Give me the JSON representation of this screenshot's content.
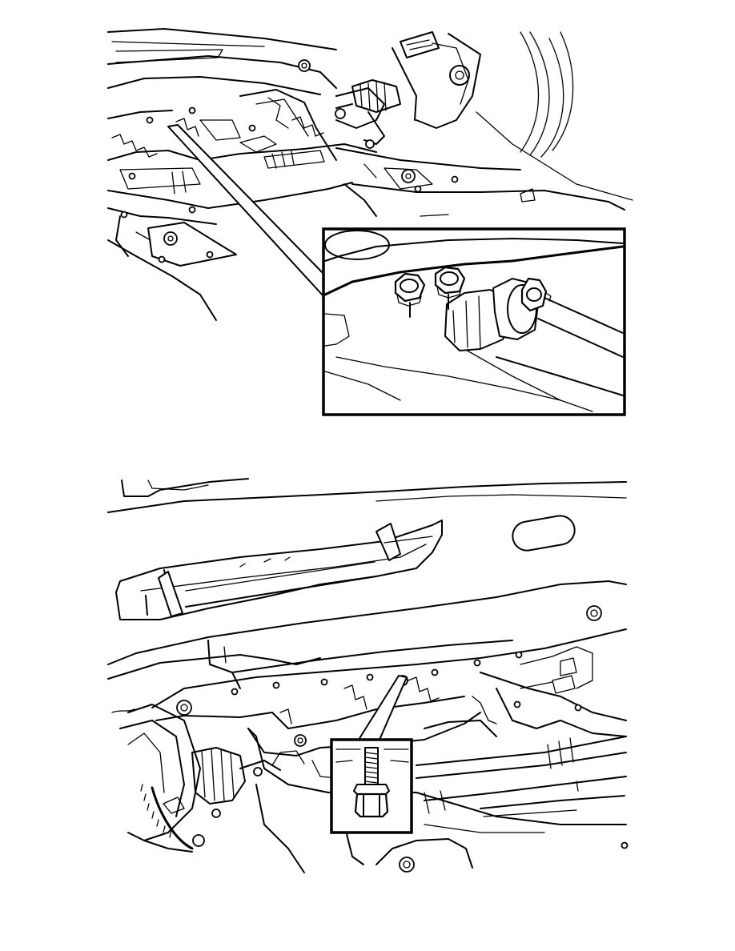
{
  "figures": [
    {
      "id": "top",
      "callout": "inset-box-nuts"
    },
    {
      "id": "bottom",
      "callout": "inset-box-bolt"
    }
  ]
}
